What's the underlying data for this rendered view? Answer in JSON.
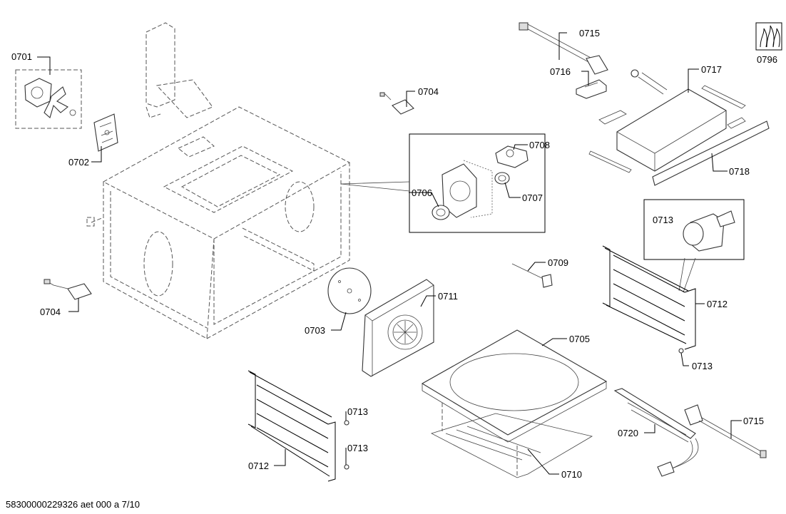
{
  "parts": {
    "p0701": "0701",
    "p0702": "0702",
    "p0703": "0703",
    "p0704_top": "0704",
    "p0704_left": "0704",
    "p0705": "0705",
    "p0706": "0706",
    "p0707": "0707",
    "p0708": "0708",
    "p0709": "0709",
    "p0710": "0710",
    "p0711": "0711",
    "p0712_right": "0712",
    "p0712_left": "0712",
    "p0713_inset": "0713",
    "p0713_right": "0713",
    "p0713_a": "0713",
    "p0713_b": "0713",
    "p0715_top": "0715",
    "p0715_bottom": "0715",
    "p0716": "0716",
    "p0717": "0717",
    "p0718": "0718",
    "p0720": "0720",
    "p0796": "0796"
  },
  "footer": {
    "doc_id": "58300000229326 aet 000 a 7/10"
  }
}
